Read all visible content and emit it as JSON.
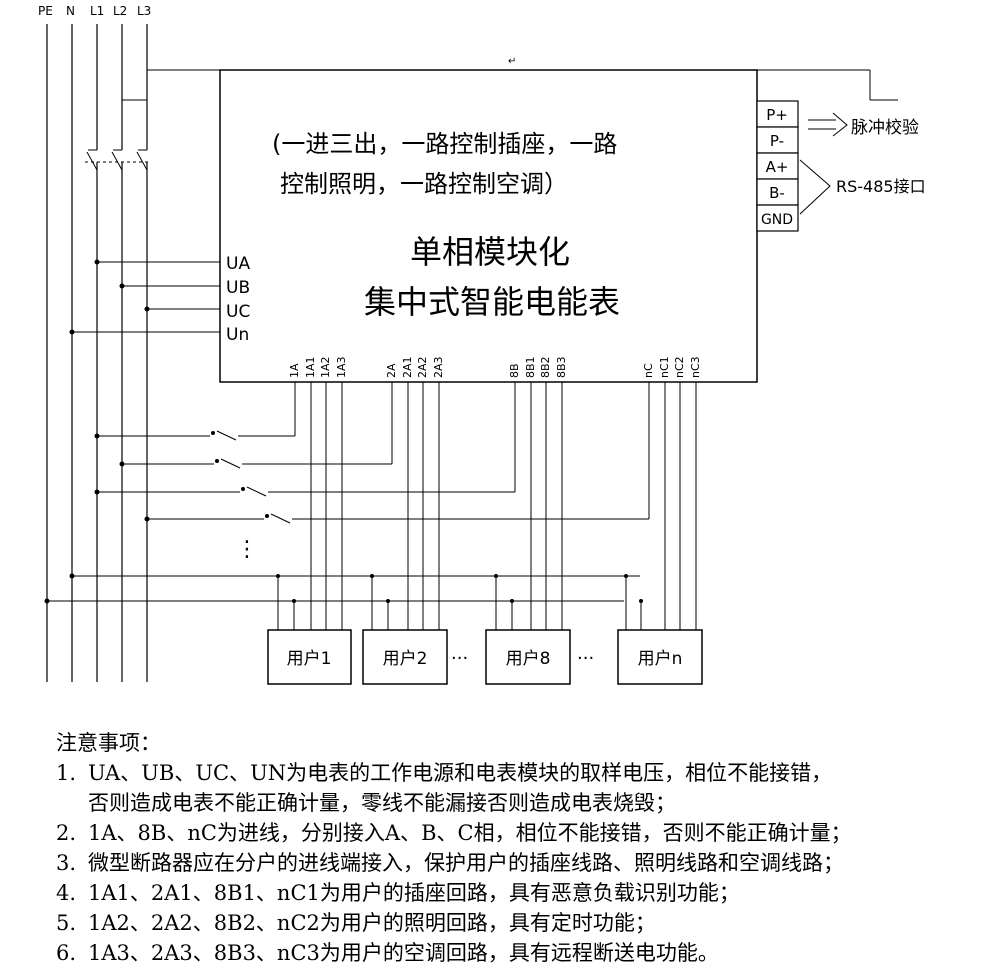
{
  "bus_labels": [
    "PE",
    "N",
    "L1",
    "L2",
    "L3"
  ],
  "meter": {
    "subtitle_line1": "(一进三出，一路控制插座，一路",
    "subtitle_line2": "控制照明，一路控制空调）",
    "title_line1": "单相模块化",
    "title_line2": "集中式智能电能表",
    "voltage_inputs": [
      "UA",
      "UB",
      "UC",
      "Un"
    ],
    "terminal_groups": [
      [
        "1A",
        "1A1",
        "1A2",
        "1A3"
      ],
      [
        "2A",
        "2A1",
        "2A2",
        "2A3"
      ],
      [
        "8B",
        "8B1",
        "8B2",
        "8B3"
      ],
      [
        "nC",
        "nC1",
        "nC2",
        "nC3"
      ]
    ],
    "side_terminals": [
      "P+",
      "P-",
      "A+",
      "B-",
      "GND"
    ]
  },
  "side_labels": {
    "pulse": "脉冲校验",
    "rs485": "RS-485接口"
  },
  "users": [
    "用户1",
    "用户2",
    "用户8",
    "用户n"
  ],
  "ellipsis_h": "···",
  "ellipsis_v": "⋮",
  "notes": {
    "title": "注意事项：",
    "items": [
      {
        "num": "1.",
        "text": "UA、UB、UC、UN为电表的工作电源和电表模块的取样电压，相位不能接错，",
        "cont": "否则造成电表不能正确计量，零线不能漏接否则造成电表烧毁；"
      },
      {
        "num": "2.",
        "text": "1A、8B、nC为进线，分别接入A、B、C相，相位不能接错，否则不能正确计量；"
      },
      {
        "num": "3.",
        "text": "微型断路器应在分户的进线端接入，保护用户的插座线路、照明线路和空调线路；"
      },
      {
        "num": "4.",
        "text": "1A1、2A1、8B1、nC1为用户的插座回路，具有恶意负载识别功能；"
      },
      {
        "num": "5.",
        "text": "1A2、2A2、8B2、nC2为用户的照明回路，具有定时功能；"
      },
      {
        "num": "6.",
        "text": "1A3、2A3、8B3、nC3为用户的空调回路，具有远程断送电功能。"
      }
    ]
  }
}
